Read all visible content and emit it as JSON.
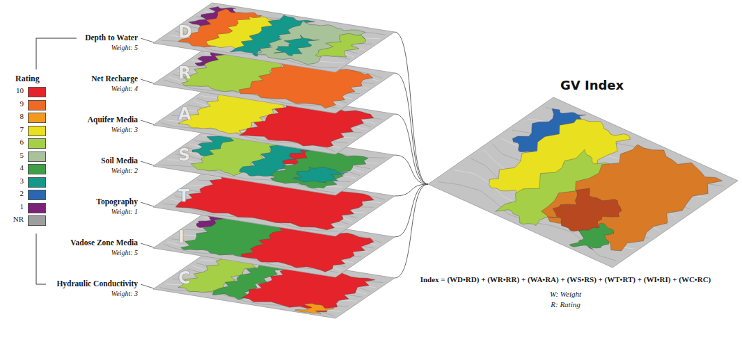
{
  "diagram": {
    "title": "GV Index",
    "nodes": [
      {
        "text": [
          "Depth to Water",
          "Weight: 5",
          "D"
        ]
      },
      {
        "text": [
          "Net Recharge",
          "Weight: 4",
          "R"
        ]
      },
      {
        "text": [
          "Aquifer Media",
          "Weight: 3",
          "A"
        ]
      },
      {
        "text": [
          "Soil Media",
          "Weight: 2",
          "S"
        ]
      },
      {
        "text": [
          "Topography",
          "Weight: 1",
          "T"
        ]
      },
      {
        "text": [
          "Vadose Zone Media",
          "Weight: 5",
          "I"
        ]
      },
      {
        "text": [
          "Hydraulic Conductivity",
          "Weight: 3",
          "C"
        ]
      },
      {
        "text": [
          "GV Index"
        ]
      }
    ],
    "edges": [
      {
        "from": 0,
        "to": 7,
        "arrow": "none"
      },
      {
        "from": 1,
        "to": 7,
        "arrow": "none"
      },
      {
        "from": 2,
        "to": 7,
        "arrow": "none"
      },
      {
        "from": 3,
        "to": 7,
        "arrow": "none"
      },
      {
        "from": 4,
        "to": 7,
        "arrow": "none"
      },
      {
        "from": 5,
        "to": 7,
        "arrow": "none"
      },
      {
        "from": 6,
        "to": 7,
        "arrow": "none"
      }
    ],
    "labels": [
      "Rating",
      "Index = (WD•RD) + (WR•RR) + (WA•RA) + (WS•RS) + (WT•RT) + (WI•RI) + (WC•RC)",
      "W: Weight",
      "R: Rating"
    ],
    "legend": [
      {
        "text": "10",
        "color": "#e4232a"
      },
      {
        "text": "9",
        "color": "#ef6a24"
      },
      {
        "text": "8",
        "color": "#f39a1e"
      },
      {
        "text": "7",
        "color": "#e9e01f"
      },
      {
        "text": "6",
        "color": "#a5cf47"
      },
      {
        "text": "5",
        "color": "#a8c29a"
      },
      {
        "text": "4",
        "color": "#3f9f47"
      },
      {
        "text": "3",
        "color": "#14988a"
      },
      {
        "text": "2",
        "color": "#2a67b1"
      },
      {
        "text": "1",
        "color": "#7a2377"
      },
      {
        "text": "NR",
        "color": "#9e9e9e"
      }
    ]
  }
}
